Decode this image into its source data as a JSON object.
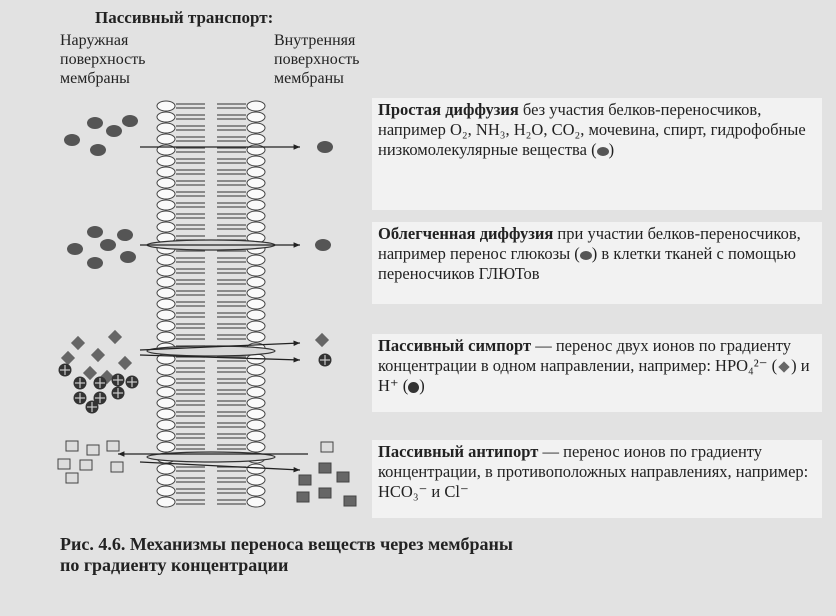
{
  "header": {
    "title": "Пассивный транспорт:",
    "outer_label": [
      "Наружная",
      "поверхность",
      "мембраны"
    ],
    "inner_label": [
      "Внутренняя",
      "поверхность",
      "мембраны"
    ]
  },
  "boxes": {
    "simple": {
      "title": "Простая диффузия",
      "rest": " без участия белков-переносчиков, например O₂, NH₃, H₂O, CO₂, мочевина, спирт, гидрофобные низкомолекулярные вещества (",
      "end": ")"
    },
    "facilitated": {
      "title": "Облегченная диффузия",
      "rest": " при участии белков-переносчиков, например перенос глюкозы (",
      "end": ") в клетки тканей с помощью переносчиков ГЛЮТов"
    },
    "symport": {
      "title": "Пассивный симпорт",
      "rest": " — перенос двух ионов по градиенту концентрации в одном направлении, например: HPO₄²⁻ (",
      "mid": ") и H⁺ (",
      "end": ")"
    },
    "antiport": {
      "title": "Пассивный антипорт",
      "rest": " — перенос ионов по градиенту концентрации, в противоположных направлениях, например: HCO₃⁻ и Cl⁻"
    }
  },
  "caption": {
    "line1": "Рис. 4.6. Механизмы переноса веществ через мембраны",
    "line2": "по градиенту концентрации"
  },
  "colors": {
    "background": "#e2e2e2",
    "molecule": "#555555",
    "box": "#f2f2f2"
  }
}
